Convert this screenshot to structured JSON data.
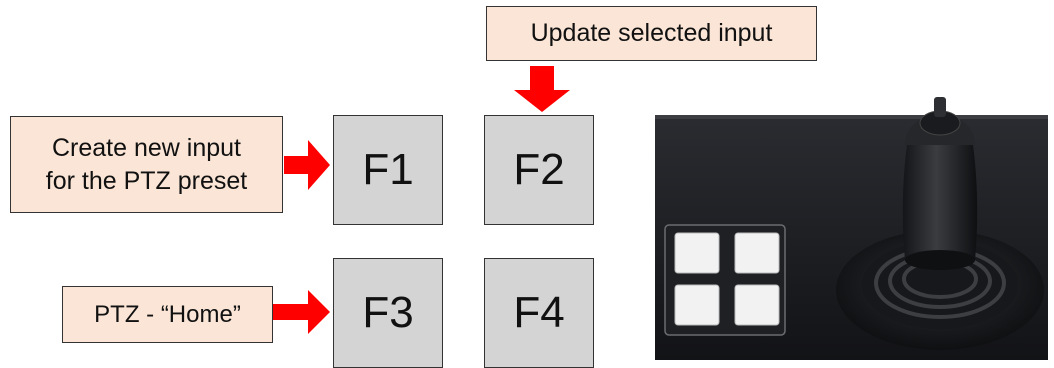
{
  "callouts": {
    "top": "Update selected input",
    "f1_line1": "Create new input",
    "f1_line2": "for the PTZ preset",
    "f3": "PTZ - “Home”"
  },
  "keys": [
    "F1",
    "F2",
    "F3",
    "F4"
  ],
  "colors": {
    "callout_fill": "#fbe5d6",
    "key_fill": "#d4d4d4",
    "arrow": "#ff0000",
    "photo_dark": "#1a1b1e"
  }
}
